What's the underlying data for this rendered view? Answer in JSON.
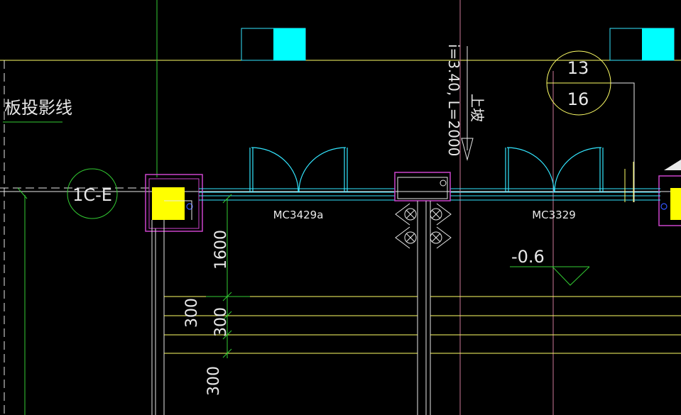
{
  "drawing": {
    "background": "#000000",
    "colors": {
      "yellow": "#ffff66",
      "cyan": "#33e6ff",
      "white": "#e8e8e8",
      "green": "#33cc33",
      "magenta": "#cc44cc",
      "pink": "#cc7799",
      "blue": "#3355ff",
      "solid_cyan": "#00ffff",
      "solid_yellow": "#ffff00"
    },
    "labels": {
      "projection_line": "板投影线",
      "axis_tag": "1C-E",
      "door_left": "MC3429a",
      "door_right": "MC3329",
      "ramp_slope": "i=3.40, L=2000",
      "ramp_up": "上坡",
      "elevation": "-0.6",
      "detail_top": "13",
      "detail_bottom": "16",
      "dim_1600": "1600",
      "dim_300_a": "300",
      "dim_300_b": "300",
      "dim_300_c": "300"
    }
  }
}
